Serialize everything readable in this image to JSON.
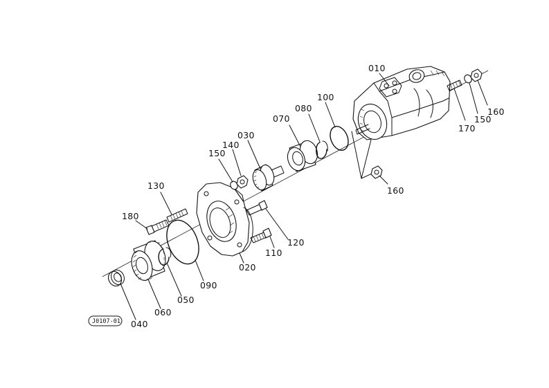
{
  "diagram": {
    "drawing_code": "J0107-01",
    "parts": [
      {
        "id": "010",
        "label": "010"
      },
      {
        "id": "020",
        "label": "020"
      },
      {
        "id": "030",
        "label": "030"
      },
      {
        "id": "040",
        "label": "040"
      },
      {
        "id": "050",
        "label": "050"
      },
      {
        "id": "060",
        "label": "060"
      },
      {
        "id": "070",
        "label": "070"
      },
      {
        "id": "080",
        "label": "080"
      },
      {
        "id": "090",
        "label": "090"
      },
      {
        "id": "100",
        "label": "100"
      },
      {
        "id": "110",
        "label": "110"
      },
      {
        "id": "120",
        "label": "120"
      },
      {
        "id": "130",
        "label": "130"
      },
      {
        "id": "140",
        "label": "140"
      },
      {
        "id": "150a",
        "label": "150"
      },
      {
        "id": "150b",
        "label": "150"
      },
      {
        "id": "160a",
        "label": "160"
      },
      {
        "id": "160b",
        "label": "160"
      },
      {
        "id": "170",
        "label": "170"
      },
      {
        "id": "180",
        "label": "180"
      }
    ]
  }
}
